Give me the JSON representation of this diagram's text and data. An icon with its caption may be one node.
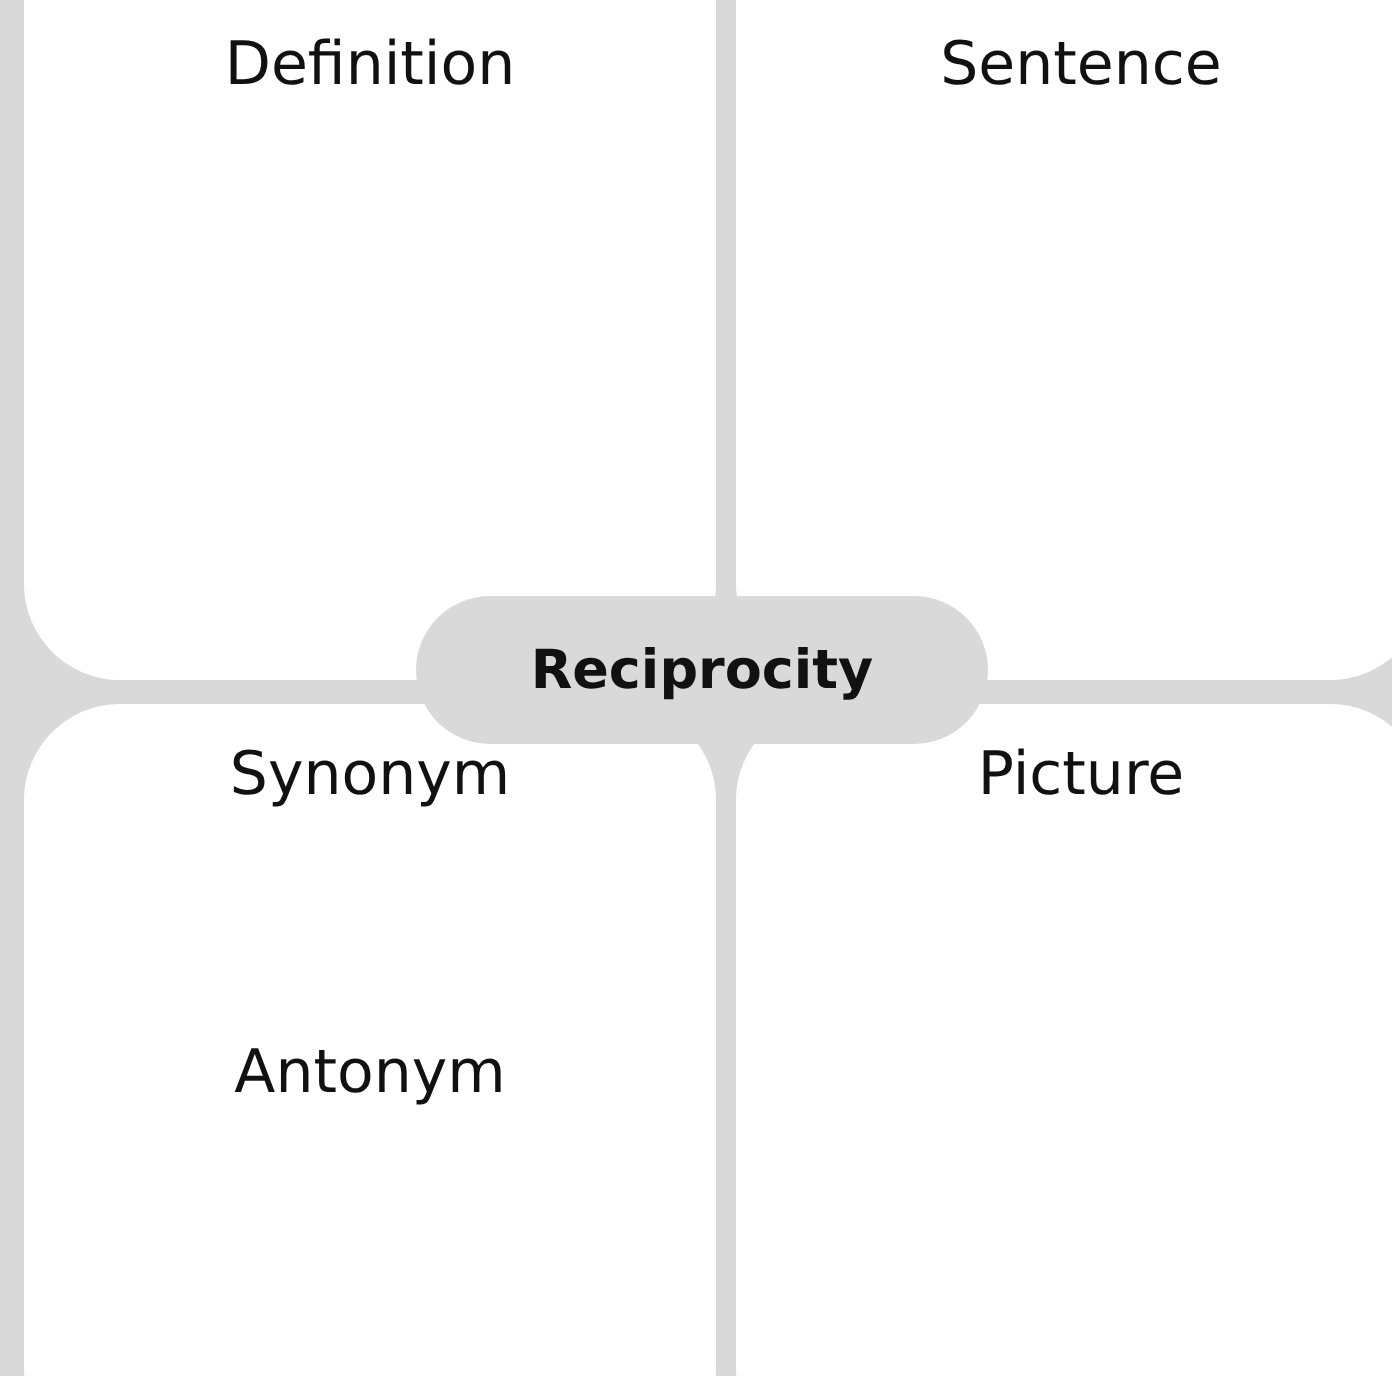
{
  "diagram": {
    "nodes": [
      {
        "text": [
          "Definition"
        ]
      },
      {
        "text": [
          "Sentence"
        ]
      },
      {
        "text": [
          "Reciprocity"
        ]
      },
      {
        "text": [
          "Synonym",
          "Antonym"
        ]
      },
      {
        "text": [
          "Picture"
        ]
      }
    ]
  }
}
